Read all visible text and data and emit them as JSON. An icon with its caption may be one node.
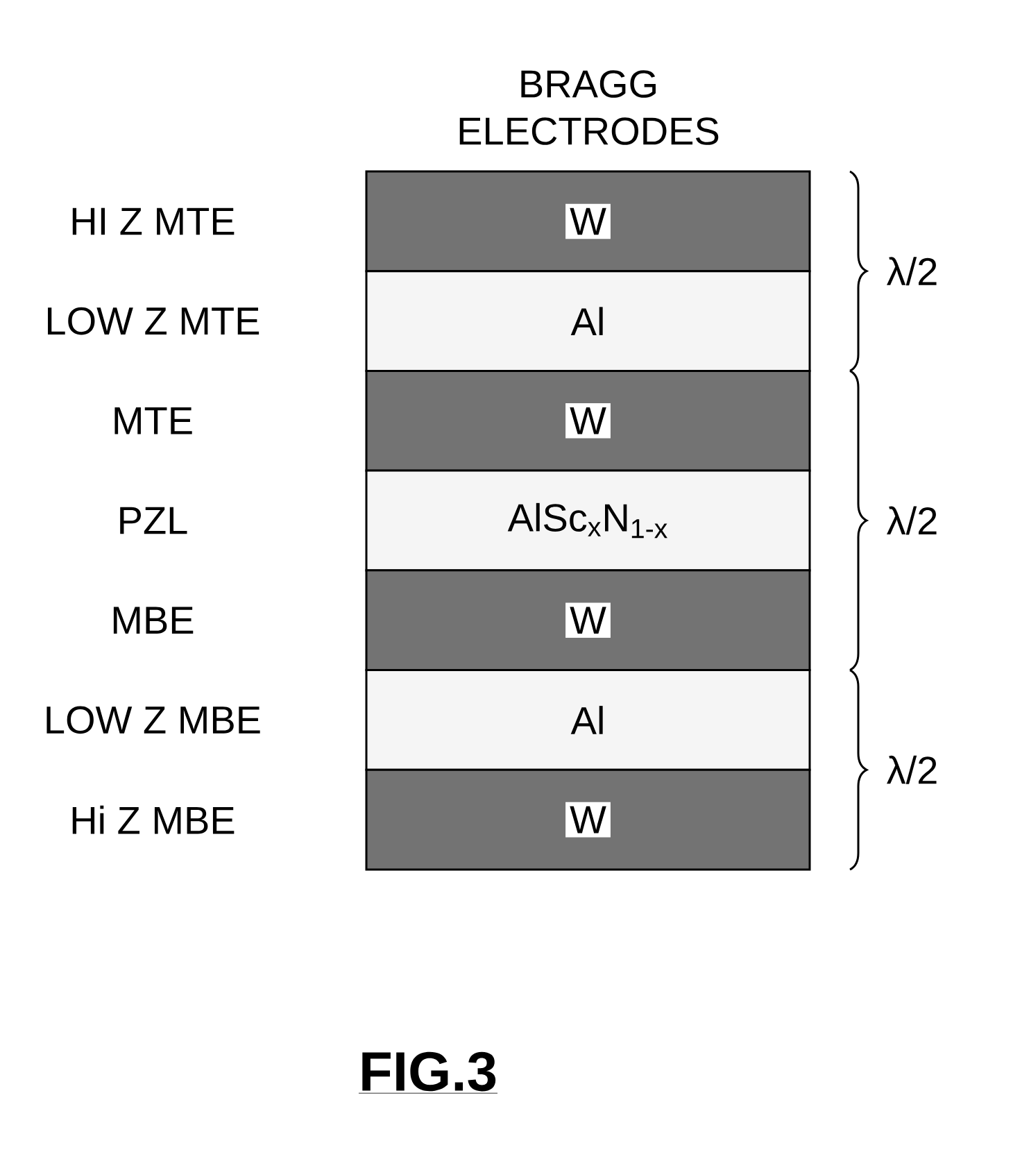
{
  "diagram": {
    "title": "BRAGG ELECTRODES",
    "caption": "FIG.3",
    "nodes": [
      {
        "text": [
          "W"
        ]
      },
      {
        "text": [
          "Al"
        ]
      },
      {
        "text": [
          "W"
        ]
      },
      {
        "text": [
          "AlSc$_{x}$N$_{1-x}$"
        ]
      },
      {
        "text": [
          "W"
        ]
      },
      {
        "text": [
          "Al"
        ]
      },
      {
        "text": [
          "W"
        ]
      }
    ],
    "labels": [
      "HI Z MTE",
      "LOW Z MTE",
      "MTE",
      "PZL",
      "MBE",
      "LOW Z MBE",
      "Hi Z MBE",
      "λ/2",
      "λ/2",
      "λ/2"
    ]
  }
}
